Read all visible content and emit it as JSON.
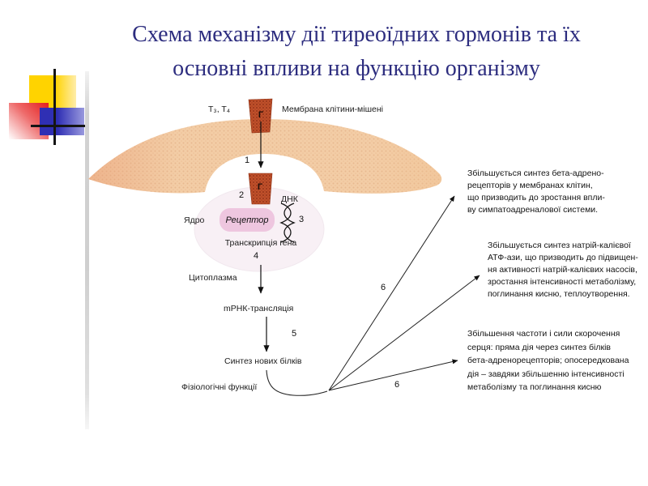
{
  "slide": {
    "title": "Схема механізму дії тиреоїдних гормонів та їх\nосновні впливи на функцію організму"
  },
  "colors": {
    "title_text": "#2d2d7f",
    "membrane": "#f3cda6",
    "receptor_unit": "#c0502b",
    "receptor_box": "#eec6df",
    "deco_yellow": "#ffd300",
    "deco_red": "#e51d1d",
    "deco_blue": "#2f2fb4"
  },
  "diagram": {
    "hormone_label": "T₃, T₄",
    "membrane_label": "Мембрана клітини-мішені",
    "receptor_letter": "Г",
    "dna_label": "ДНК",
    "nucleus_label": "Ядро",
    "receptor_box_label": "Рецептор",
    "transcription_label": "Транскрипція гена",
    "cytoplasm_label": "Цитоплазма",
    "mrna_label": "mРНК-трансляція",
    "protein_synthesis_label": "Синтез нових білків",
    "physiology_label": "Фізіологічні функції",
    "steps": {
      "s1": "1",
      "s2": "2",
      "s3": "3",
      "s4": "4",
      "s5": "5",
      "s6a": "6",
      "s6b": "6"
    }
  },
  "effects": [
    {
      "text": "Збільшується синтез бета-адрено-\nрецепторів у мембранах клітин,\nщо призводить до зростання впли-\nву симпатоадреналової системи."
    },
    {
      "text": "Збільшується синтез натрій-калієвої\nАТФ-ази, що призводить до підвищен-\nня активності натрій-калієвих насосів,\nзростання інтенсивності метаболізму,\nпоглинання кисню, теплоутворення."
    },
    {
      "text": "Збільшення частоти і сили скорочення\nсерця: пряма дія через синтез білків\nбета-адренорецепторів; опосередкована\nдія – завдяки збільшенню інтенсивності\nметаболізму та поглинання кисню"
    }
  ]
}
